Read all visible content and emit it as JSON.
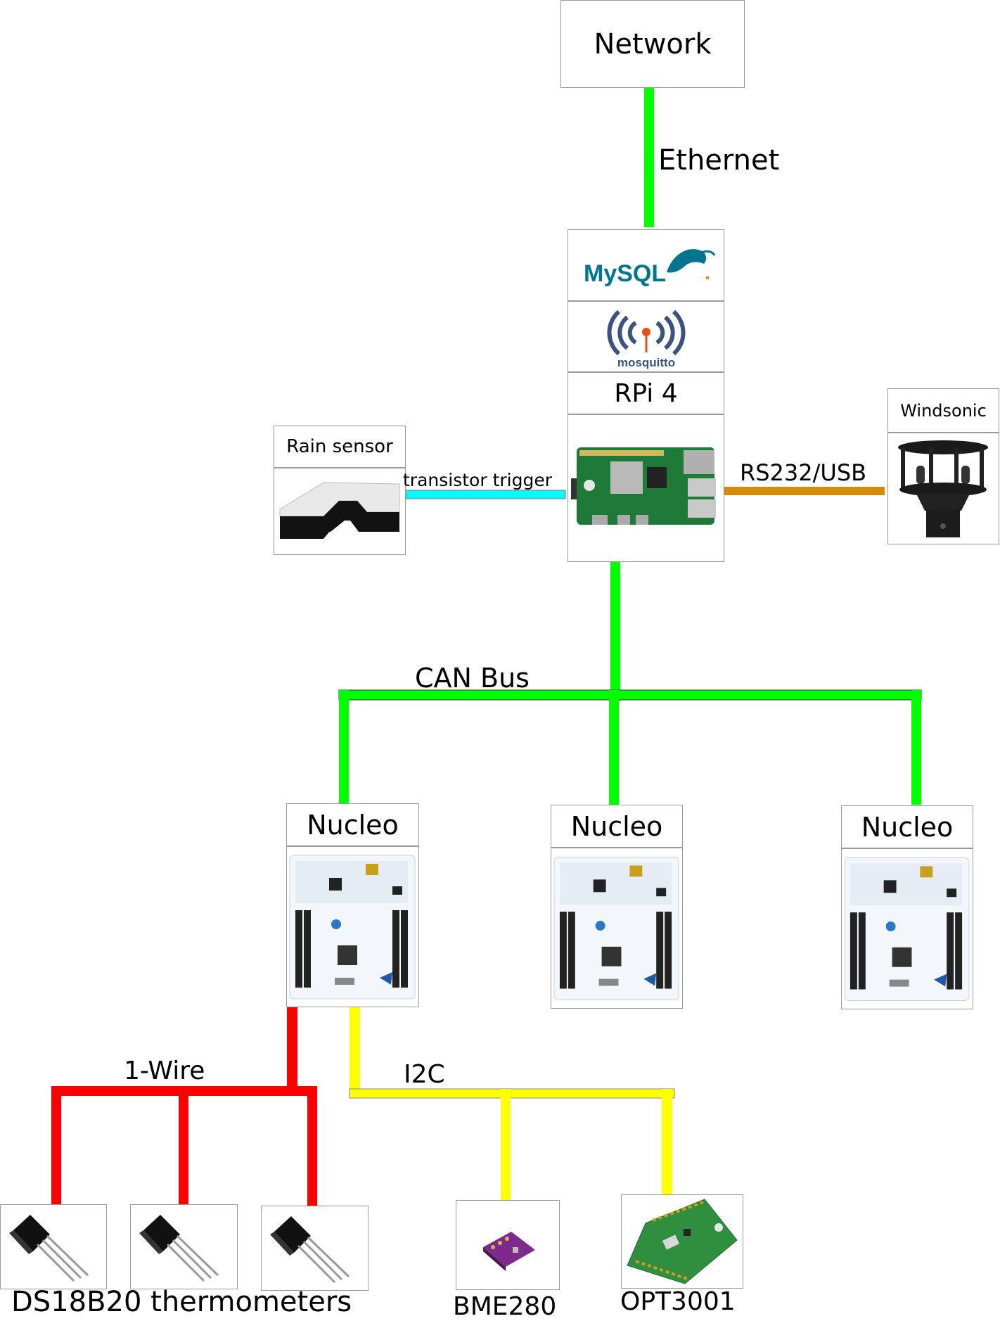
{
  "nodes": {
    "network": "Network",
    "rpi": "RPi 4",
    "rain_sensor": "Rain sensor",
    "windsonic": "Windsonic",
    "nucleo_1": "Nucleo",
    "nucleo_2": "Nucleo",
    "nucleo_3": "Nucleo",
    "bme280": "BME280",
    "opt3001": "OPT3001",
    "thermometers": "DS18B20 thermometers"
  },
  "logos": {
    "mysql": "MySQL",
    "mosquitto": "mosquitto"
  },
  "links": {
    "ethernet": "Ethernet",
    "can_bus": "CAN Bus",
    "transistor_trigger": "transistor trigger",
    "rs232_usb": "RS232/USB",
    "one_wire": "1-Wire",
    "i2c": "I2C"
  },
  "colors": {
    "ethernet": "#00ff00",
    "can_bus": "#00ff00",
    "transistor_trigger": "#00ffff",
    "rs232_usb": "#d38d0a",
    "one_wire": "#ff0000",
    "i2c": "#ffff00",
    "mysql_blue": "#00758f",
    "mysql_orange": "#f29111",
    "mosquitto_blue": "#3c5280",
    "pcb_green": "#1f7a3a",
    "nucleo_board": "#f3f6fb"
  }
}
